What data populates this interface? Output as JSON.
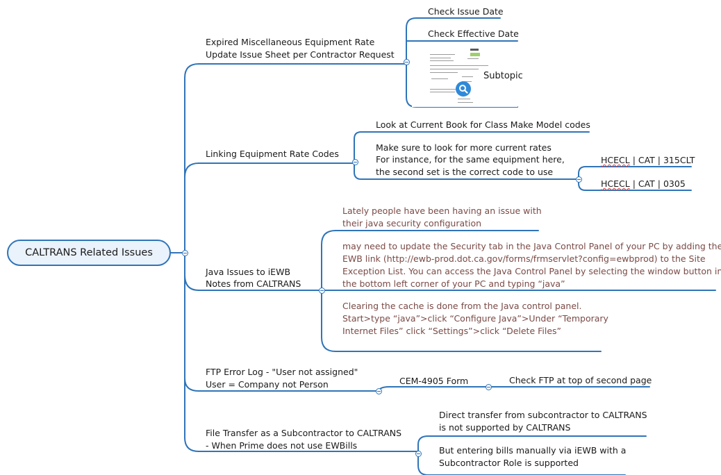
{
  "colors": {
    "line": "#2f74b8",
    "central_fill": "#eaf2fb",
    "note_text": "#7a4a46"
  },
  "central": {
    "label": "CALTRANS Related Issues"
  },
  "topics": {
    "expired": {
      "line1": "Expired Miscellaneous Equipment Rate",
      "line2": "Update Issue Sheet per Contractor Request",
      "children": {
        "check_issue": "Check Issue Date",
        "check_effective": "Check Effective Date",
        "subtopic": "Subtopic"
      }
    },
    "linking": {
      "label": "Linking Equipment Rate Codes",
      "children": {
        "look": "Look at Current Book for Class Make Model codes",
        "make_sure_line1": "Make sure to look for more current rates",
        "make_sure_line2": "For instance, for the same equipment here,",
        "make_sure_line3": "the second set is the correct code to use",
        "code1_prefix": "HCECL",
        "code1_rest": " | CAT | 315CLT",
        "code2_prefix": "HCECL",
        "code2_rest": " | CAT | 0305"
      }
    },
    "java": {
      "line1": "Java Issues to iEWB",
      "line2": "Notes from CALTRANS",
      "notes": {
        "n1_line1": "Lately people have been having an issue with",
        "n1_line2": "their java security configuration",
        "n2_line1": "may need to update the Security tab in the Java Control Panel of your PC by adding the",
        "n2_line2": "EWB link (http://ewb-prod.dot.ca.gov/forms/frmservlet?config=ewbprod) to the Site",
        "n2_line3": "Exception List. You can access the Java Control Panel by selecting the window button in",
        "n2_line4": "the bottom left corner of your PC and typing “java”",
        "n3_line1": "Clearing the cache is done from the Java control panel.",
        "n3_line2": "Start>type “java”>click “Configure Java”>Under “Temporary",
        "n3_line3": "Internet Files” click “Settings”>click “Delete Files”"
      }
    },
    "ftp": {
      "line1": "FTP Error Log - \"User not assigned\"",
      "line2": "User = Company not Person",
      "form": "CEM-4905 Form",
      "check": "Check FTP at top of second page"
    },
    "transfer": {
      "line1": "File Transfer as a Subcontractor to CALTRANS",
      "line2": "- When Prime does not use EWBills",
      "children": {
        "direct_line1": "Direct transfer from subcontractor to CALTRANS",
        "direct_line2": "is not supported by CALTRANS",
        "manual_line1": "But entering bills manually via iEWB with a",
        "manual_line2": "Subcontractor Role is supported"
      }
    }
  }
}
